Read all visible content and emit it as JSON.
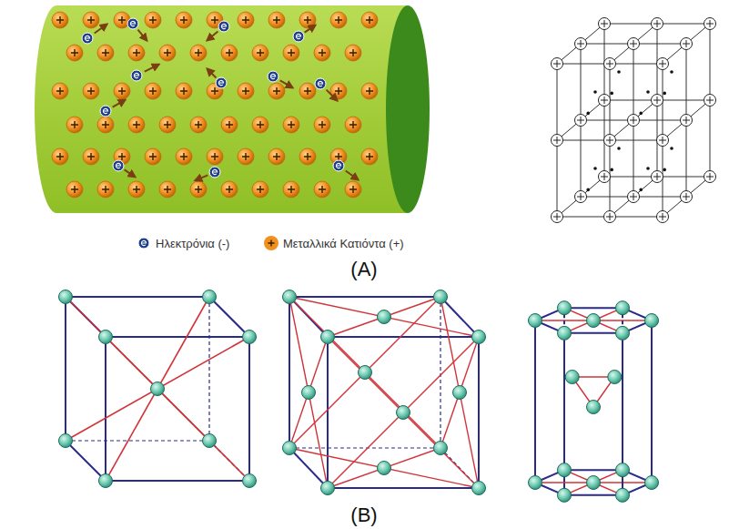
{
  "diagram": {
    "labels": [
      "(A)",
      "(B)"
    ],
    "legend": [
      {
        "text": "Ηλεκτρόνια (-)"
      },
      {
        "text": "Μεταλλικά Κατιόντα (+)",
        "color": "#f0901e"
      }
    ]
  }
}
